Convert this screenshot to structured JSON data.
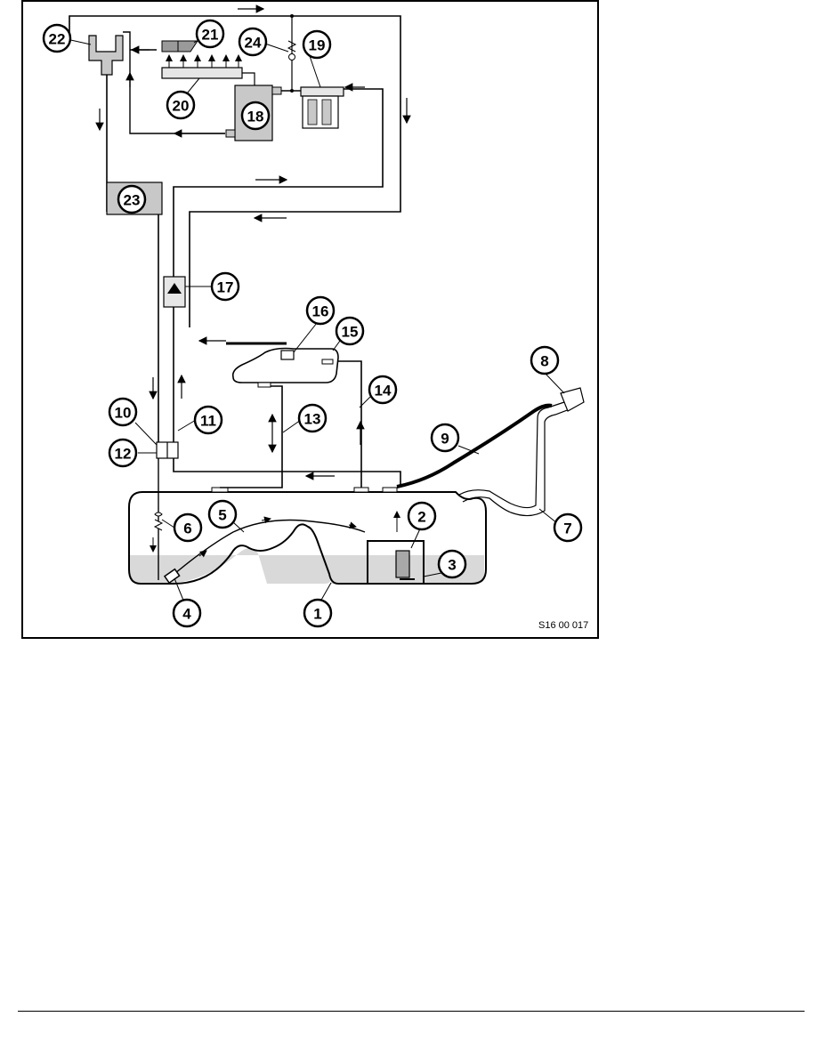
{
  "figure": {
    "reference_code": "S16 00 017",
    "callouts": [
      "1",
      "2",
      "3",
      "4",
      "5",
      "6",
      "7",
      "8",
      "9",
      "10",
      "11",
      "12",
      "13",
      "14",
      "15",
      "16",
      "17",
      "18",
      "19",
      "20",
      "21",
      "22",
      "23",
      "24"
    ]
  },
  "colors": {
    "fuel_fill": "#d9d9d9",
    "component_fill": "#c8c8c8",
    "line": "#000000"
  }
}
